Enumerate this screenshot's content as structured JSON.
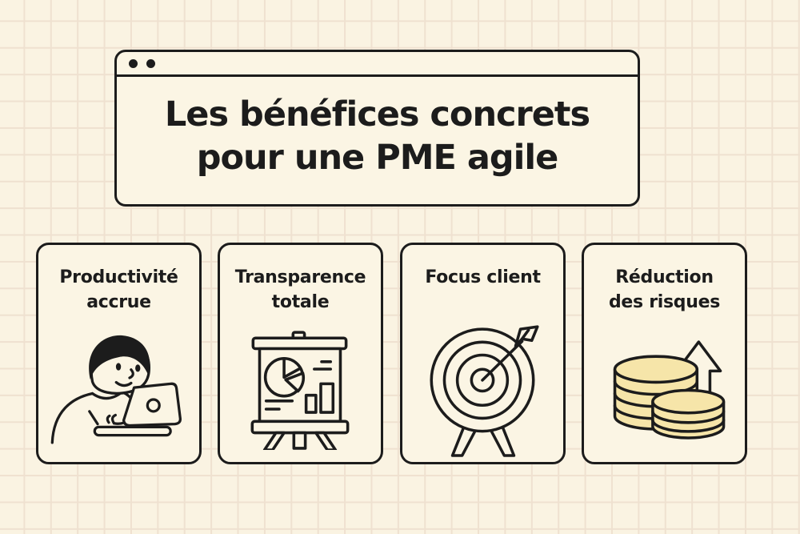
{
  "page": {
    "background_color": "#faf3e2",
    "grid_line_color": "#efe1d0",
    "ink_color": "#1c1c1c",
    "card_color": "#fbf5e4",
    "coin_fill_color": "#f6e5a9"
  },
  "header": {
    "title_line1": "Les bénéfices concrets",
    "title_line2": "pour une PME agile",
    "window_dot_count": "2"
  },
  "cards": [
    {
      "title_line1": "Productivité",
      "title_line2": "accrue",
      "icon": "person-at-laptop-icon"
    },
    {
      "title_line1": "Transparence",
      "title_line2": "totale",
      "icon": "presentation-easel-charts-icon"
    },
    {
      "title_line1": "Focus client",
      "title_line2": "",
      "icon": "target-with-arrow-icon"
    },
    {
      "title_line1": "Réduction",
      "title_line2": "des risques",
      "icon": "coin-stacks-up-arrow-icon"
    }
  ]
}
